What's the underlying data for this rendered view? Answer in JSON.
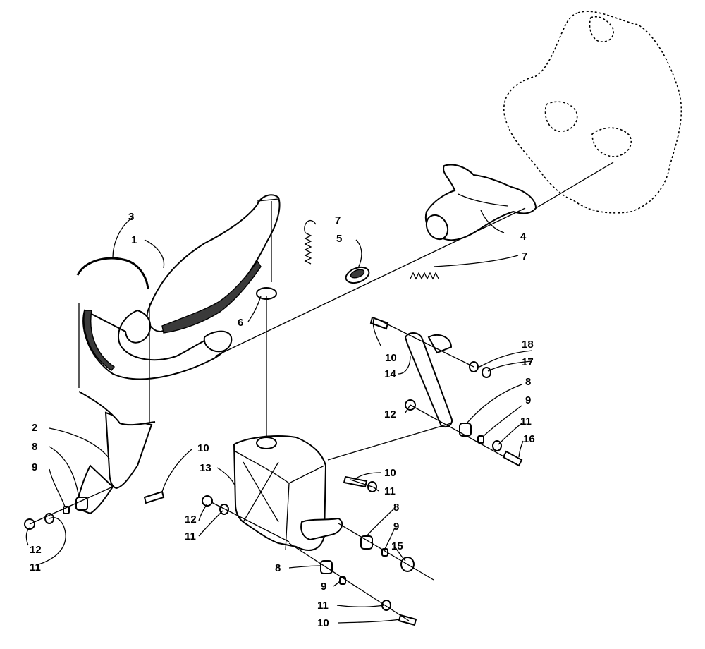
{
  "colors": {
    "line": "#000000",
    "background": "#ffffff",
    "shade": "#3a3a3a"
  },
  "callouts": [
    {
      "id": "c3",
      "text": "3"
    },
    {
      "id": "c1",
      "text": "1"
    },
    {
      "id": "c7a",
      "text": "7"
    },
    {
      "id": "c5",
      "text": "5"
    },
    {
      "id": "c4",
      "text": "4"
    },
    {
      "id": "c7b",
      "text": "7"
    },
    {
      "id": "c6",
      "text": "6"
    },
    {
      "id": "c10a",
      "text": "10"
    },
    {
      "id": "c14",
      "text": "14"
    },
    {
      "id": "c18",
      "text": "18"
    },
    {
      "id": "c17",
      "text": "17"
    },
    {
      "id": "c8a",
      "text": "8"
    },
    {
      "id": "c12a",
      "text": "12"
    },
    {
      "id": "c9a",
      "text": "9"
    },
    {
      "id": "c11a",
      "text": "11"
    },
    {
      "id": "c16",
      "text": "16"
    },
    {
      "id": "c2",
      "text": "2"
    },
    {
      "id": "c10b",
      "text": "10"
    },
    {
      "id": "c8b",
      "text": "8"
    },
    {
      "id": "c9b",
      "text": "9"
    },
    {
      "id": "c13",
      "text": "13"
    },
    {
      "id": "c10c",
      "text": "10"
    },
    {
      "id": "c11b",
      "text": "11"
    },
    {
      "id": "c12b",
      "text": "12"
    },
    {
      "id": "c11c",
      "text": "11"
    },
    {
      "id": "c8c",
      "text": "8"
    },
    {
      "id": "c9c",
      "text": "9"
    },
    {
      "id": "c15",
      "text": "15"
    },
    {
      "id": "c12c",
      "text": "12"
    },
    {
      "id": "c11d",
      "text": "11"
    },
    {
      "id": "c8d",
      "text": "8"
    },
    {
      "id": "c9d",
      "text": "9"
    },
    {
      "id": "c11e",
      "text": "11"
    },
    {
      "id": "c10d",
      "text": "10"
    }
  ]
}
